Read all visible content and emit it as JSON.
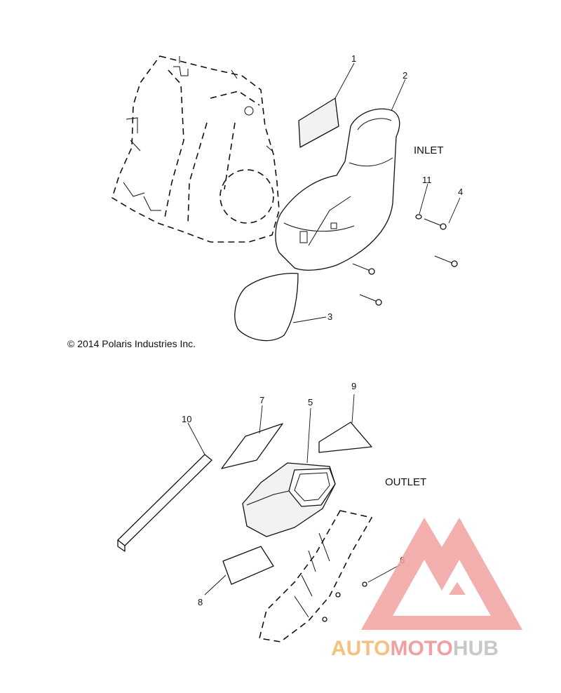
{
  "copyright": "© 2014 Polaris Industries Inc.",
  "sections": {
    "inlet": "INLET",
    "outlet": "OUTLET"
  },
  "callouts": {
    "c1": "1",
    "c2": "2",
    "c3": "3",
    "c4": "4",
    "c5": "5",
    "c6": "6",
    "c7": "7",
    "c8": "8",
    "c9": "9",
    "c10": "10",
    "c11": "11"
  },
  "watermark": {
    "text_part1": "AUTO",
    "text_part2": "MOTO",
    "text_part3": "HUB",
    "colors": {
      "part1": "#f5c080",
      "part2": "#f0a0a0",
      "part3": "#c8c8c8",
      "triangle": "#f2a0a0"
    }
  }
}
